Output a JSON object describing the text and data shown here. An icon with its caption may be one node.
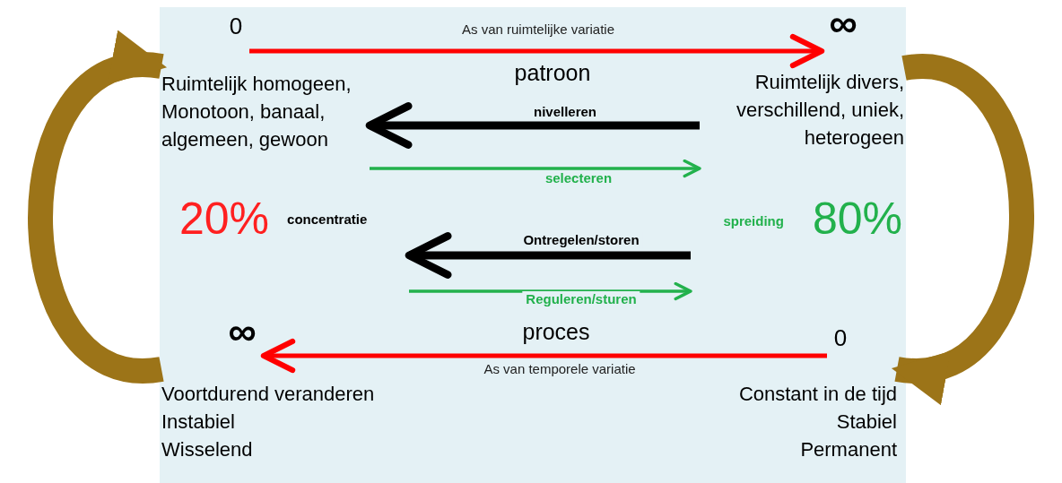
{
  "diagram": {
    "nodes": [
      {
        "text": [
          "0"
        ]
      },
      {
        "text": [
          "∞"
        ]
      },
      {
        "text": [
          "Ruimtelijk homogeen, Monotoon, banaal, algemeen, gewoon"
        ]
      },
      {
        "text": [
          "Ruimtelijk divers, verschillend, uniek, heterogeen"
        ]
      },
      {
        "text": [
          "20%",
          "concentratie"
        ]
      },
      {
        "text": [
          "spreiding",
          "80%"
        ]
      },
      {
        "text": [
          "∞"
        ]
      },
      {
        "text": [
          "0"
        ]
      },
      {
        "text": [
          "Voortdurend veranderen",
          "Instabiel",
          "Wisselend"
        ]
      },
      {
        "text": [
          "Constant in de tijd",
          "Stabiel",
          "Permanent"
        ]
      }
    ],
    "edges": [
      {
        "from": 0,
        "to": 1,
        "arrow": "to",
        "label": "As van ruimtelijke variatie",
        "color": "#ff0000"
      },
      {
        "from": 3,
        "to": 2,
        "arrow": "to",
        "label": "nivelleren",
        "style": "thick",
        "color": "#000000"
      },
      {
        "from": 2,
        "to": 3,
        "arrow": "to",
        "label": "selecteren",
        "color": "#22b14c"
      },
      {
        "from": 5,
        "to": 4,
        "arrow": "to",
        "label": "Ontregelen/storen",
        "style": "thick",
        "color": "#000000"
      },
      {
        "from": 4,
        "to": 5,
        "arrow": "to",
        "label": "Reguleren/sturen",
        "color": "#22b14c"
      },
      {
        "from": 7,
        "to": 6,
        "arrow": "to",
        "label": "As van temporele variatie",
        "color": "#ff0000"
      },
      {
        "from": 8,
        "to": 2,
        "arrow": "to",
        "style": "thick",
        "color": "#9c7418"
      },
      {
        "from": 3,
        "to": 9,
        "arrow": "to",
        "style": "thick",
        "color": "#9c7418"
      }
    ],
    "labels": [
      "patroon",
      "proces"
    ]
  }
}
